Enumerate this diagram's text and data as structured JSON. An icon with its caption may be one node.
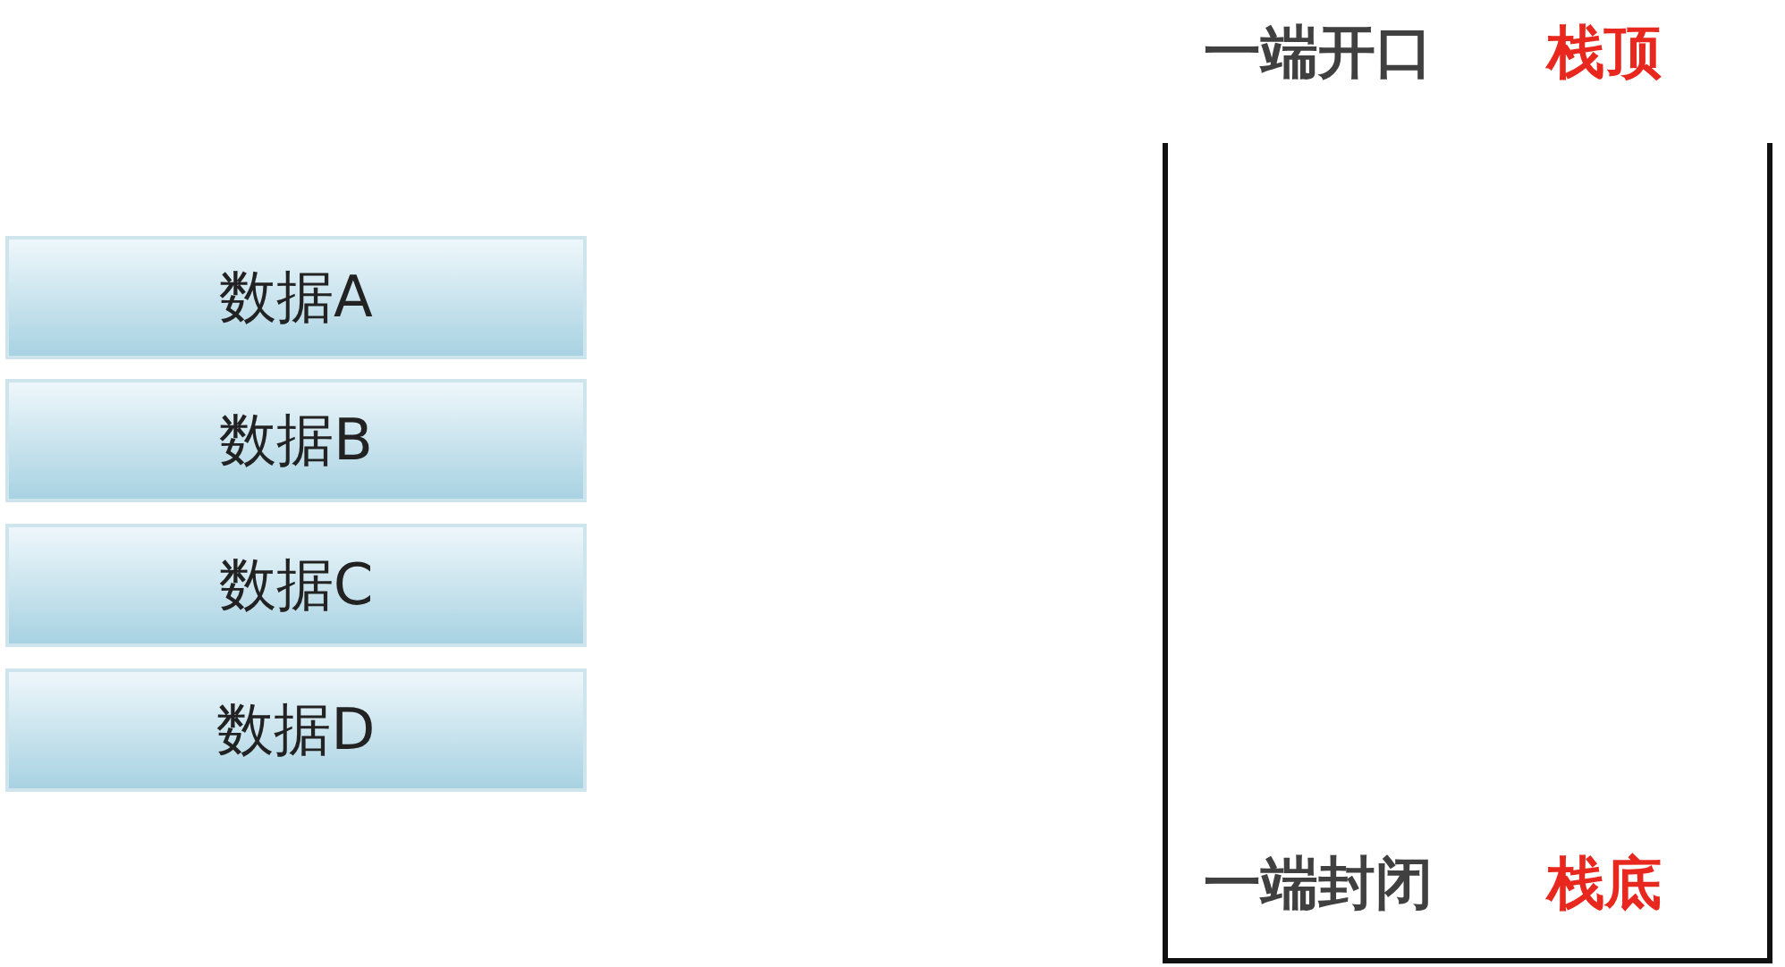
{
  "diagram": {
    "nodes": [
      {
        "text": [
          "数据A"
        ]
      },
      {
        "text": [
          "数据B"
        ]
      },
      {
        "text": [
          "数据C"
        ]
      },
      {
        "text": [
          "数据D"
        ]
      },
      {
        "text": [
          "一端开口",
          "栈顶",
          "一端封闭",
          "栈底"
        ]
      }
    ],
    "edges": []
  }
}
